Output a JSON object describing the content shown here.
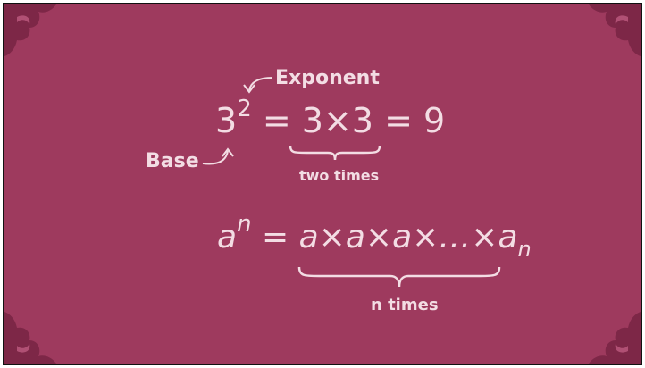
{
  "slide": {
    "background_color": "#9e3a5e",
    "text_color": "#f3dde4",
    "ornament_color": "#7d2747"
  },
  "example": {
    "base": "3",
    "exponent": "2",
    "equals": "=",
    "expansion": "3×3",
    "equals2": "=",
    "result": "9",
    "label_exponent": "Exponent",
    "label_base": "Base",
    "brace_caption": "two times"
  },
  "general": {
    "base": "a",
    "exponent": "n",
    "equals": "=",
    "expansion": "a×a×a×…×a",
    "subscript": "n",
    "brace_caption": "n times"
  },
  "icons": [
    "corner-ornament-icon",
    "curved-arrow-icon",
    "curly-brace-icon"
  ]
}
